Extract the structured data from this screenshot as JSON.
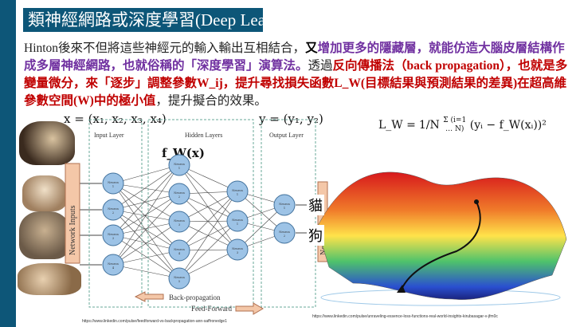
{
  "title": "類神經網路或深度學習(Deep Learning)",
  "paragraph": [
    {
      "text": "Hinton後來不但將這些神經元的輸入輸出互相結合，",
      "style": "normal"
    },
    {
      "text": "又",
      "style": "black-b"
    },
    {
      "text": "增加更多的隱藏層，就能仿造大腦皮層結構作成多層神經網路，也就俗稱的「深度學習」演算法。",
      "style": "purple"
    },
    {
      "text": "透過",
      "style": "normal"
    },
    {
      "text": "反向傳播法（back propagation），也就是多變量微分，來「逐步」調整參數",
      "style": "red"
    },
    {
      "text": "W_ij",
      "style": "red"
    },
    {
      "text": "，提升尋找損失函數",
      "style": "red"
    },
    {
      "text": "L_W",
      "style": "red"
    },
    {
      "text": "(目標結果與預測結果的差異)在超高維參數空間(W)中的極小值",
      "style": "red"
    },
    {
      "text": "，提升擬合的效果。",
      "style": "normal"
    }
  ],
  "diagram": {
    "x_vector": "x = (x₁, x₂, x₃, x₄)",
    "y_vector": "y = (y₁, y₂)",
    "f_label": "f_W(x)",
    "input_layer": "Input Layer",
    "hidden_layers": "Hidden Layers",
    "output_layer": "Output Layer",
    "network_inputs": "Network Inputs",
    "network_outputs": "Ne O",
    "node_label": "Neuron",
    "backprop": "Back-propagation",
    "feedforward": "Feed-Forward",
    "output_cat": "貓",
    "output_dog": "狗",
    "layers": [
      [
        1,
        2,
        3,
        4
      ],
      [
        1,
        2,
        3,
        4,
        5
      ],
      [
        1,
        1,
        3
      ],
      [
        1,
        2
      ]
    ]
  },
  "loss_formula": {
    "lhs": "L_W =",
    "frac": "1/N",
    "sum": "Σ (i=1 … N)",
    "body": "(yᵢ − f_W(xᵢ))²"
  },
  "sources": {
    "left": "https://www.linkedin.com/pulse/feedforward-vs-backpropagation-ann-saffronedge1",
    "right": "https://www.linkedin.com/pulse/unraveling-essence-loss-functions-real-world-insights-kirubasagar-v-jfm0c"
  },
  "colors": {
    "brand": "#0d5678",
    "purple": "#7030a0",
    "red": "#c00000",
    "node": "#9dc3e6"
  }
}
